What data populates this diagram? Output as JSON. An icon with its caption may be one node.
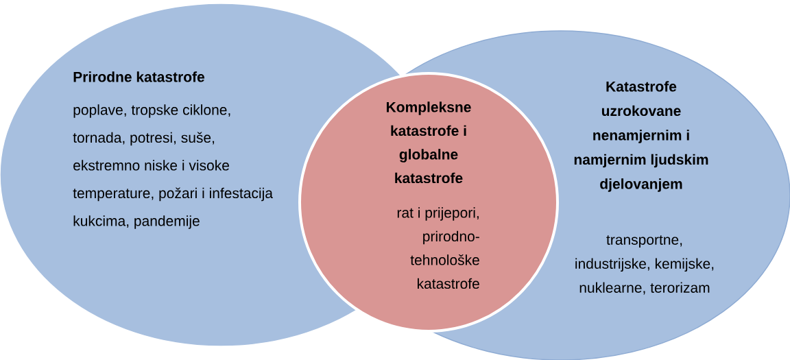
{
  "diagram": {
    "nodes": [
      {
        "text": [
          "Prirodne katastrofe",
          "poplave, tropske ciklone, tornada, potresi, suše, ekstremno niske i visoke temperature, požari i infestacija kukcima, pandemije"
        ]
      },
      {
        "text": [
          "Kompleksne katastrofe i globalne katastrofe",
          "rat i prijepori, prirodno-tehnološke katastrofe"
        ]
      },
      {
        "text": [
          "Katastrofe uzrokovane nenamjernim i namjernim ljudskim djelovanjem",
          "transportne, industrijske, kemijske, nuklearne, terorizam"
        ]
      }
    ]
  }
}
